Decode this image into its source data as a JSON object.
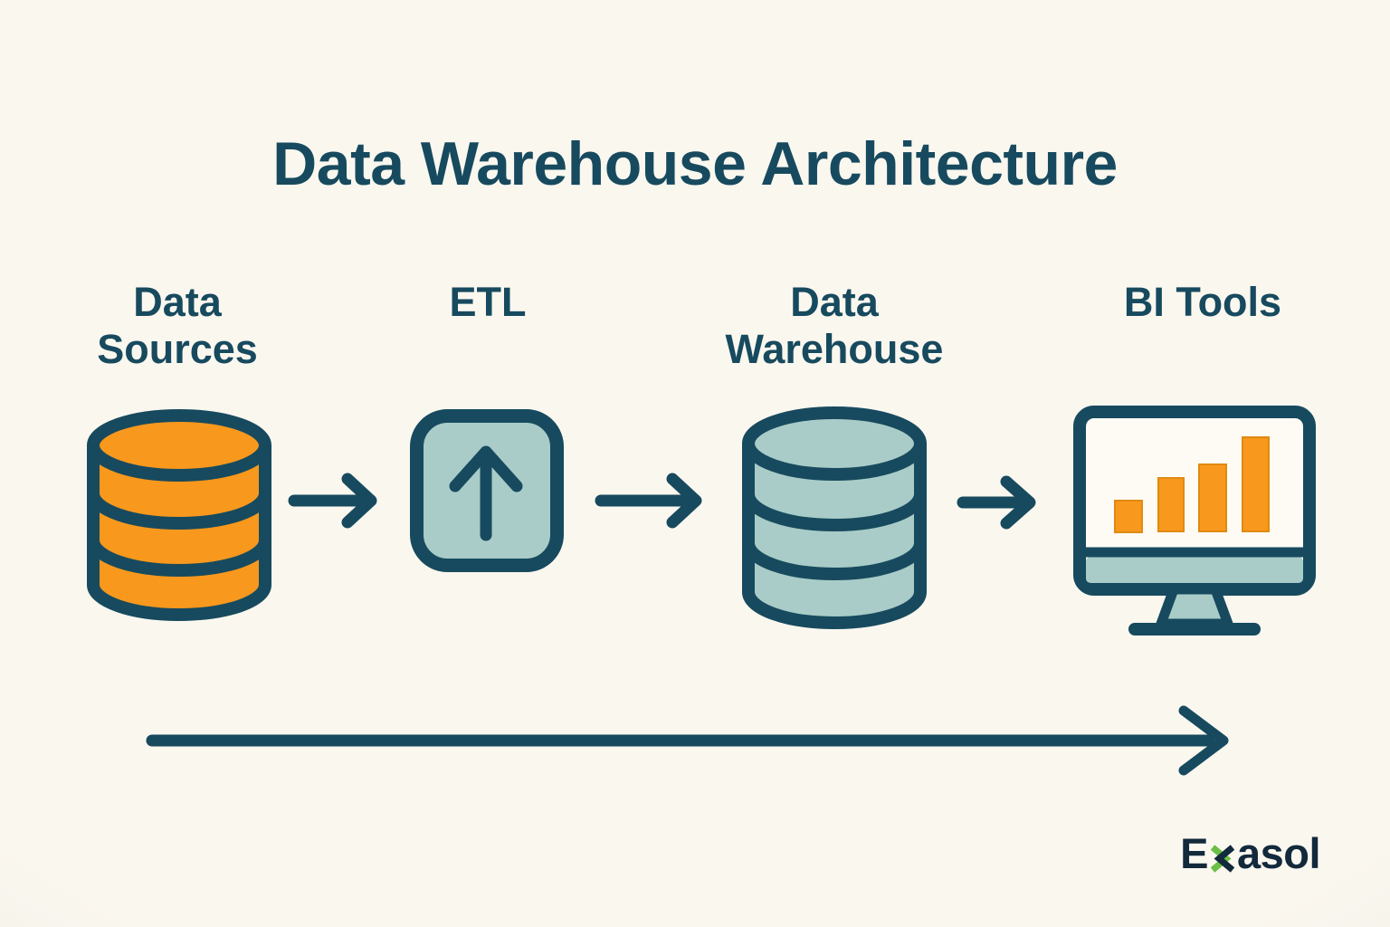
{
  "title": "Data Warehouse Architecture",
  "stages": [
    {
      "name": "Data Sources",
      "line1": "Data",
      "line2": "Sources",
      "icon": "database-icon"
    },
    {
      "name": "ETL",
      "line1": "ETL",
      "line2": "",
      "icon": "upload-arrow-icon"
    },
    {
      "name": "Data Warehouse",
      "line1": "Data",
      "line2": "Warehouse",
      "icon": "database-icon"
    },
    {
      "name": "BI Tools",
      "line1": "BI Tools",
      "line2": "",
      "icon": "monitor-bar-chart-icon"
    }
  ],
  "flow": {
    "connector_icon": "arrow-right-icon",
    "timeline_icon": "long-arrow-right-icon"
  },
  "logo": {
    "text": "Exasol",
    "prefix": "E",
    "x_glyph": "x",
    "suffix": "asol"
  },
  "colors": {
    "background": "#FAF7EF",
    "edge_gray": "#E3E1DB",
    "ink": "#174A5E",
    "orange": "#F8981D",
    "orange_edge": "#E08A12",
    "teal_fill": "#A9CCC8",
    "screen_white": "#FDFBF4",
    "logo_navy": "#13293C",
    "logo_green": "#6CBE45"
  }
}
